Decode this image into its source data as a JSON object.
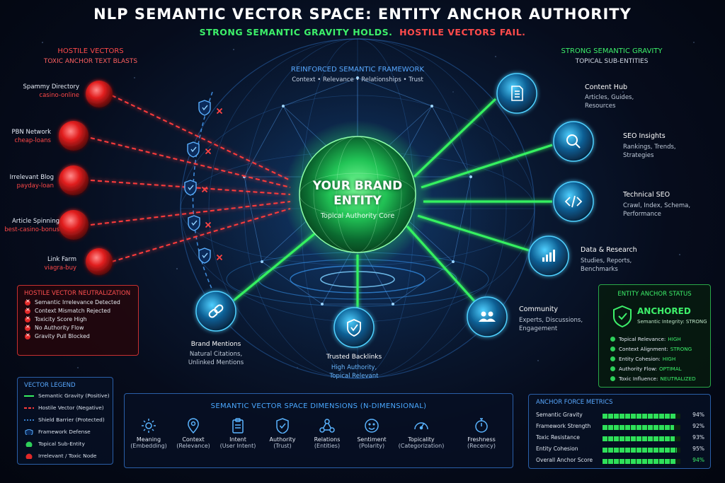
{
  "header": {
    "title": "NLP SEMANTIC VECTOR SPACE: ENTITY ANCHOR AUTHORITY",
    "subtitle_green": "STRONG SEMANTIC GRAVITY HOLDS.",
    "subtitle_red": "HOSTILE VECTORS FAIL."
  },
  "hostile": {
    "title": "HOSTILE VECTORS",
    "subtitle": "TOXIC ANCHOR TEXT BLASTS",
    "nodes": [
      {
        "name": "Spammy Directory",
        "anchor": "casino-online"
      },
      {
        "name": "PBN Network",
        "anchor": "cheap-loans"
      },
      {
        "name": "Irrelevant Blog",
        "anchor": "payday-loan"
      },
      {
        "name": "Article Spinning",
        "anchor": "best-casino-bonus"
      },
      {
        "name": "Link Farm",
        "anchor": "viagra-buy"
      }
    ]
  },
  "framework": {
    "title": "REINFORCED SEMANTIC FRAMEWORK",
    "subtitle": "Context • Relevance • Relationships • Trust"
  },
  "core": {
    "title_line1": "YOUR BRAND",
    "title_line2": "ENTITY",
    "subtitle": "Topical Authority Core"
  },
  "gravity": {
    "title": "STRONG SEMANTIC GRAVITY",
    "subtitle": "TOPICAL SUB-ENTITIES",
    "nodes": [
      {
        "name": "Content Hub",
        "desc1": "Articles, Guides,",
        "desc2": "Resources",
        "icon": "document-icon"
      },
      {
        "name": "SEO Insights",
        "desc1": "Rankings, Trends,",
        "desc2": "Strategies",
        "icon": "magnifier-icon"
      },
      {
        "name": "Technical SEO",
        "desc1": "Crawl, Index, Schema,",
        "desc2": "Performance",
        "icon": "code-icon"
      },
      {
        "name": "Data & Research",
        "desc1": "Studies, Reports,",
        "desc2": "Benchmarks",
        "icon": "bar-chart-icon"
      },
      {
        "name": "Community",
        "desc1": "Experts, Discussions,",
        "desc2": "Engagement",
        "icon": "people-icon"
      }
    ]
  },
  "bottom_nodes": [
    {
      "name": "Brand Mentions",
      "desc1": "Natural Citations,",
      "desc2": "Unlinked Mentions",
      "icon": "link-icon"
    },
    {
      "name": "Trusted Backlinks",
      "desc1": "High Authority,",
      "desc2": "Topical Relevant",
      "icon": "shield-check-icon"
    }
  ],
  "neutralization": {
    "title": "HOSTILE VECTOR NEUTRALIZATION",
    "items": [
      "Semantic Irrelevance Detected",
      "Context Mismatch Rejected",
      "Toxicity Score High",
      "No Authority Flow",
      "Gravity Pull Blocked"
    ]
  },
  "legend": {
    "title": "VECTOR LEGEND",
    "items": [
      {
        "label": "Semantic Gravity (Positive)",
        "kind": "green-line"
      },
      {
        "label": "Hostile Vector (Negative)",
        "kind": "red-line"
      },
      {
        "label": "Shield Barrier (Protected)",
        "kind": "blue-dash"
      },
      {
        "label": "Framework Defense",
        "kind": "shield"
      },
      {
        "label": "Topical Sub-Entity",
        "kind": "green-dot"
      },
      {
        "label": "Irrelevant / Toxic Node",
        "kind": "red-dot"
      }
    ]
  },
  "dimensions": {
    "title": "SEMANTIC VECTOR SPACE DIMENSIONS (N-DIMENSIONAL)",
    "items": [
      {
        "label": "Meaning",
        "sub": "(Embedding)",
        "icon": "sun-icon"
      },
      {
        "label": "Context",
        "sub": "(Relevance)",
        "icon": "pin-icon"
      },
      {
        "label": "Intent",
        "sub": "(User Intent)",
        "icon": "clipboard-icon"
      },
      {
        "label": "Authority",
        "sub": "(Trust)",
        "icon": "shield-check-icon"
      },
      {
        "label": "Relations",
        "sub": "(Entities)",
        "icon": "network-icon"
      },
      {
        "label": "Sentiment",
        "sub": "(Polarity)",
        "icon": "smile-icon"
      },
      {
        "label": "Topicality",
        "sub": "(Categorization)",
        "icon": "gauge-icon"
      },
      {
        "label": "Freshness",
        "sub": "(Recency)",
        "icon": "stopwatch-icon"
      }
    ]
  },
  "status": {
    "title": "ENTITY ANCHOR STATUS",
    "state": "ANCHORED",
    "integrity": "Semantic Integrity: STRONG",
    "items": [
      {
        "label": "Topical Relevance:",
        "value": "HIGH"
      },
      {
        "label": "Context Alignment:",
        "value": "STRONG"
      },
      {
        "label": "Entity Cohesion:",
        "value": "HIGH"
      },
      {
        "label": "Authority Flow:",
        "value": "OPTIMAL"
      },
      {
        "label": "Toxic Influence:",
        "value": "NEUTRALIZED"
      }
    ]
  },
  "metrics": {
    "title": "ANCHOR FORCE METRICS",
    "items": [
      {
        "label": "Semantic Gravity",
        "value": "94%",
        "pct": 94
      },
      {
        "label": "Framework Strength",
        "value": "92%",
        "pct": 92
      },
      {
        "label": "Toxic Resistance",
        "value": "93%",
        "pct": 93
      },
      {
        "label": "Entity Cohesion",
        "value": "95%",
        "pct": 95
      },
      {
        "label": "Overall Anchor Score",
        "value": "94%",
        "pct": 94
      }
    ]
  },
  "colors": {
    "hostile": "#ff3b3b",
    "gravity": "#36f060",
    "framework": "#3a8cff"
  }
}
